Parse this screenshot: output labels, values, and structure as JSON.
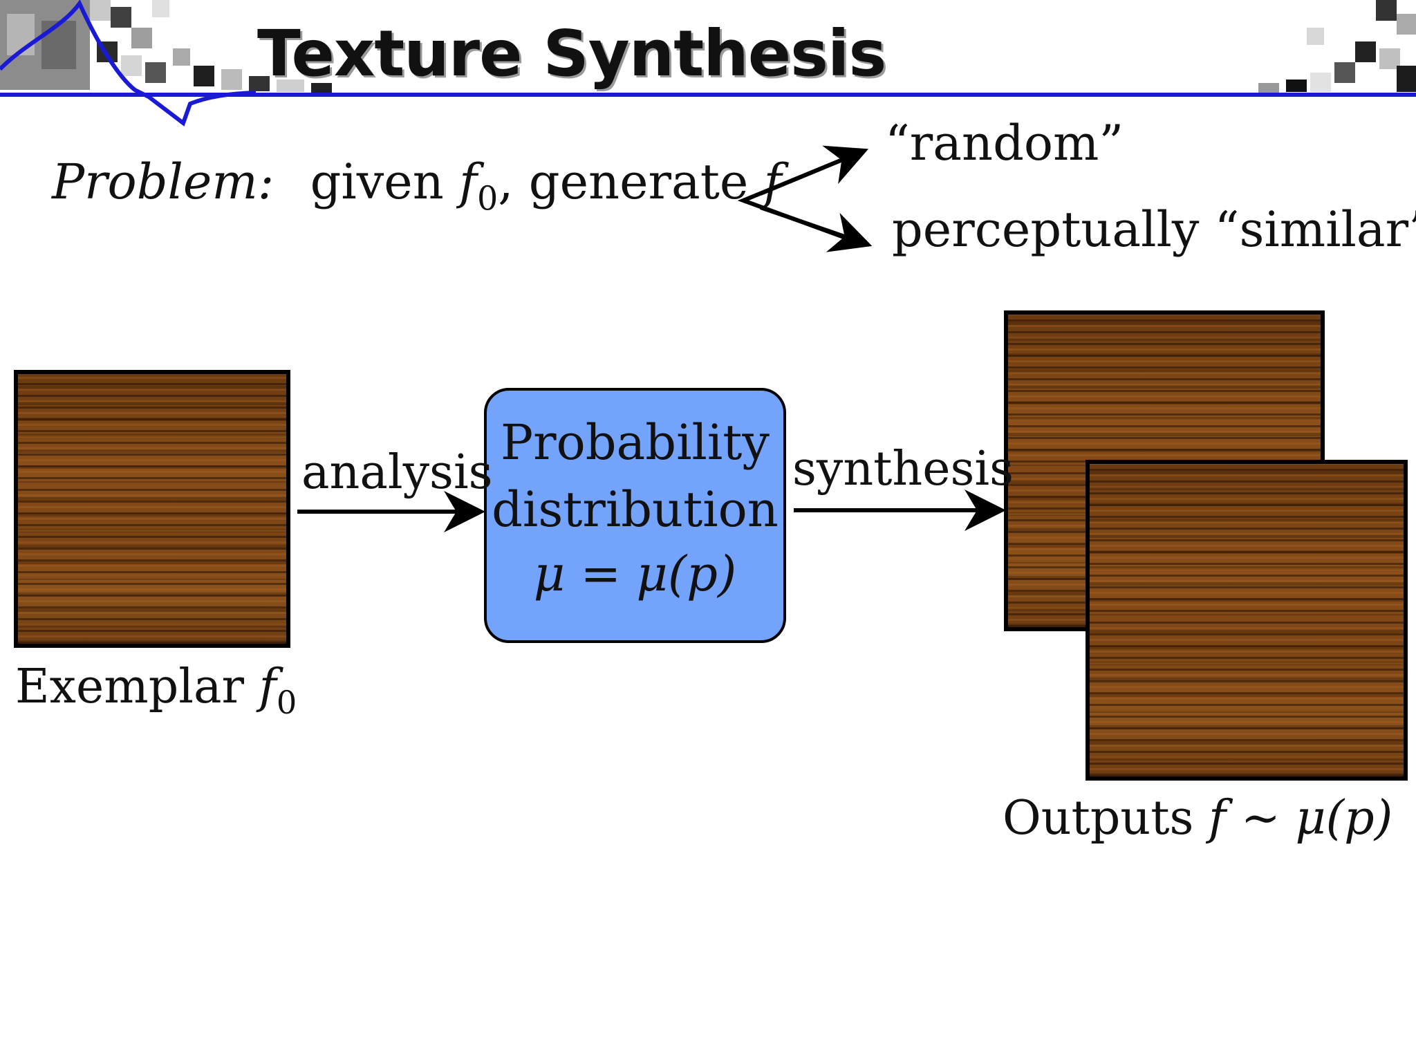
{
  "slide": {
    "title": "Texture Synthesis"
  },
  "problem": {
    "lead": "Problem:",
    "given": "given",
    "f0": "f",
    "f0_sub": "0",
    "comma_generate": ", generate",
    "f": "f"
  },
  "options": {
    "random": "“random”",
    "similar_pre": "perceptually",
    "similar_word": "“similar”"
  },
  "pipeline": {
    "analysis": "analysis",
    "box_line1": "Probability",
    "box_line2": "distribution",
    "box_line3_mu": "μ",
    "box_line3_rest": " = ",
    "box_line3_mu2": "μ",
    "box_line3_p": "(p)",
    "synthesis": "synthesis"
  },
  "captions": {
    "exemplar": "Exemplar",
    "exemplar_f": "f",
    "exemplar_sub": "0",
    "outputs": "Outputs",
    "outputs_f": "f",
    "outputs_tilde": " ∼ ",
    "outputs_mu": "μ",
    "outputs_p": "(p)"
  },
  "colors": {
    "title_rule": "#1a1ad6",
    "box_fill": "#73a3fb",
    "wood": "#7a4313"
  }
}
